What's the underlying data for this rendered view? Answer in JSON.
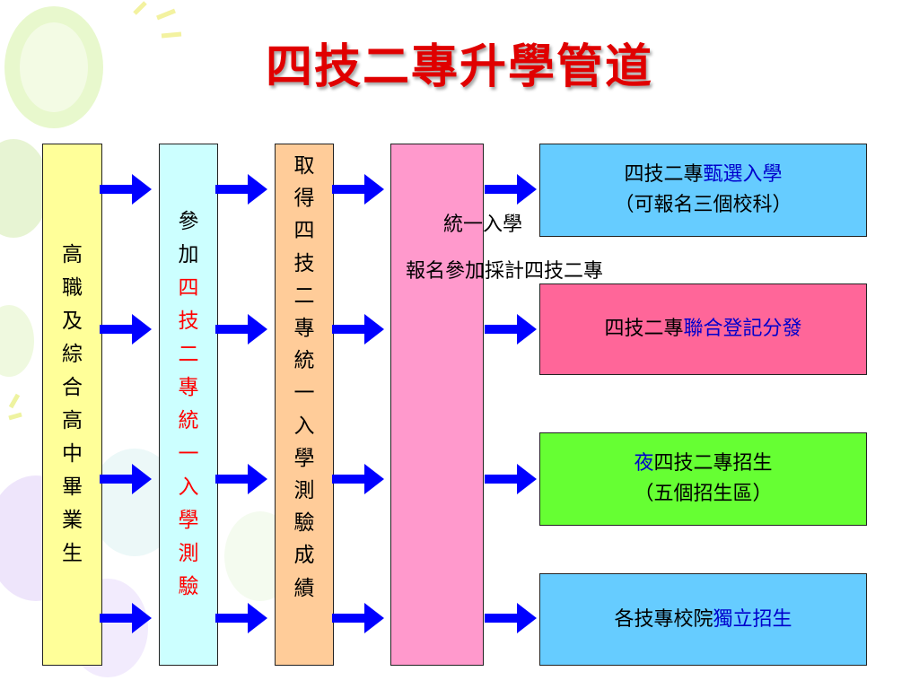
{
  "title": "四技二專升學管道",
  "col1": [
    "高",
    "職",
    "及",
    "綜",
    "合",
    "高",
    "中",
    "畢",
    "業",
    "生"
  ],
  "col2": [
    {
      "t": "參",
      "red": false
    },
    {
      "t": "加",
      "red": false
    },
    {
      "t": "四",
      "red": true
    },
    {
      "t": "技",
      "red": true
    },
    {
      "t": "二",
      "red": true
    },
    {
      "t": "專",
      "red": true
    },
    {
      "t": "統",
      "red": true
    },
    {
      "t": "一",
      "red": true
    },
    {
      "t": "入",
      "red": true
    },
    {
      "t": "學",
      "red": true
    },
    {
      "t": "測",
      "red": true
    },
    {
      "t": "驗",
      "red": true
    }
  ],
  "col3": [
    "取",
    "得",
    "四",
    "技",
    "二",
    "專",
    "統",
    "一",
    "入",
    "學",
    "測",
    "驗",
    "成",
    "績"
  ],
  "middle_line1": "統一入學",
  "middle_line2": "報名參加採計四技二專",
  "outputs": {
    "o1_prefix": "四技二專",
    "o1_blue": "甄選入學",
    "o1_line2": "（可報名三個校科）",
    "o2_prefix": "四技二專",
    "o2_blue": "聯合登記分發",
    "o3_blue": "夜",
    "o3_suffix": "四技二專招生",
    "o3_line2": "（五個招生區）",
    "o4_prefix": "各技專校院",
    "o4_blue": "獨立招生"
  },
  "colors": {
    "title": "#e00000",
    "arrow": "#0000ff",
    "col1": "#ffff99",
    "col2": "#ccffff",
    "col3": "#ffcc99",
    "col4": "#ff99cc",
    "out_blue": "#66ccff",
    "out_pink": "#ff6699",
    "out_green": "#66ff33"
  }
}
